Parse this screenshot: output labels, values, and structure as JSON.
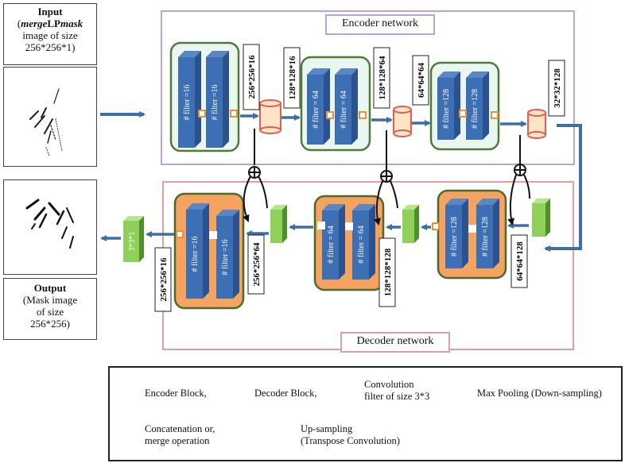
{
  "input": {
    "title": "Input",
    "line2_bold": "merge",
    "line2_mid": "LP",
    "line2_bold2": "mask",
    "line3": "image of size",
    "line4": "256*256*1)"
  },
  "output": {
    "title": "Output",
    "line2": "(Mask image",
    "line3": "of size",
    "line4": "256*256)"
  },
  "encoder": {
    "title": "Encoder network",
    "blocks": [
      {
        "filter_a": "# filter =16",
        "filter_b": "# filter =16",
        "out_size": "256*256*16",
        "pooled_size": "128*128*16"
      },
      {
        "filter_a": "# filter = 64",
        "filter_b": "# filter = 64",
        "out_size": "128*128*64",
        "pooled_size": "64*64*64"
      },
      {
        "filter_a": "# filter =128",
        "filter_b": "# filter =128",
        "out_size": "32*32*128"
      }
    ]
  },
  "decoder": {
    "title": "Decoder network",
    "blocks": [
      {
        "filter_a": "# filter =128",
        "filter_b": "# filter =128",
        "size": "64*64*128"
      },
      {
        "filter_a": "# filter = 64",
        "filter_b": "# filter = 64",
        "size": "128*128*128"
      },
      {
        "filter_a": "# filter =16",
        "filter_b": "# filter =16",
        "size_in": "256*256*64",
        "size_out": "256*256*16"
      }
    ],
    "final_layer": "3*3*1"
  },
  "legend": {
    "encoder_block": "Encoder Block,",
    "decoder_block": "Decoder Block,",
    "convolution_line1": "Convolution",
    "convolution_line2": "filter of size 3*3",
    "max_pooling": "Max Pooling (Down-sampling)",
    "concat_line1": "Concatenation or,",
    "concat_line2": "merge operation",
    "upsampling_line1": "Up-sampling",
    "upsampling_line2": "(Transpose Convolution)"
  },
  "colors": {
    "encoder_block_fill": "#eaf6f0",
    "encoder_block_border": "#4e7a3a",
    "decoder_block_fill": "#f5a361",
    "decoder_block_border": "#4e6a2a",
    "conv_front": "#3d6fb5",
    "conv_side": "#2b528e",
    "pool_fill": "#fde4c4",
    "pool_border": "#e05f50",
    "upsample_front": "#8fd05a",
    "upsample_side": "#4d8f2a",
    "arrow_blue": "#3e6ea8",
    "encoder_frame": "#b9a4d4",
    "decoder_frame": "#d9a3a3"
  }
}
